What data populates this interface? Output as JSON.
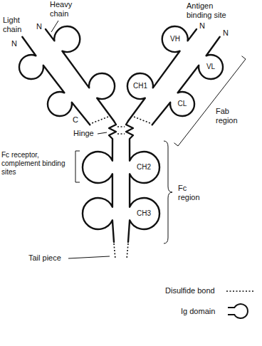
{
  "diagram": {
    "labels": [
      "Heavy chain",
      "Light chain",
      "N",
      "N",
      "Antigen binding site",
      "N",
      "N",
      "VH",
      "VL",
      "CH1",
      "CL",
      "C",
      "Hinge",
      "Fab region",
      "Fc receptor, complement binding sites",
      "CH2",
      "CH3",
      "Fc region",
      "Tail piece"
    ],
    "legend": [
      {
        "text": "Disulfide bond"
      },
      {
        "text": "Ig domain"
      }
    ]
  }
}
